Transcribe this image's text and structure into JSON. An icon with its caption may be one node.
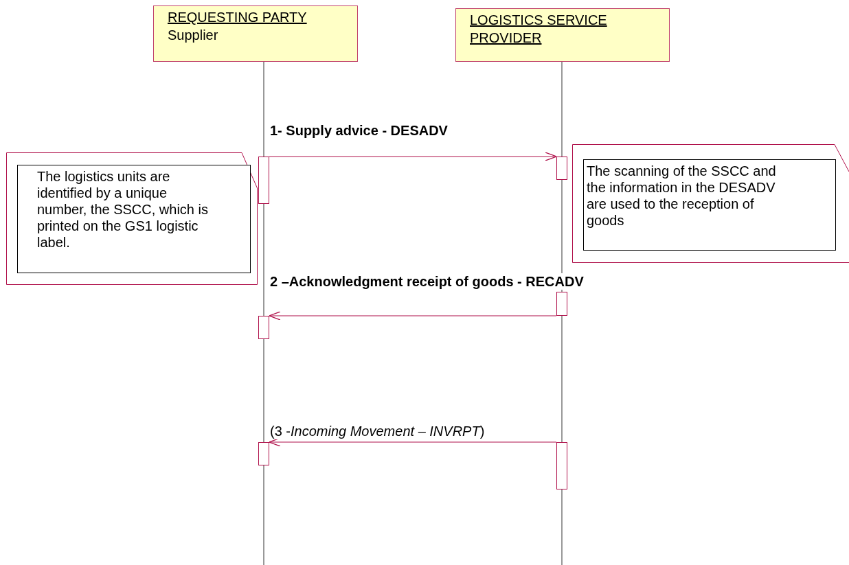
{
  "diagram": {
    "nodes": [
      {
        "text": [
          "REQUESTING PARTY",
          "Supplier"
        ]
      },
      {
        "text": [
          "LOGISTICS SERVICE PROVIDER"
        ]
      },
      {
        "text": [],
        "shape": "bar"
      },
      {
        "text": [],
        "shape": "bar"
      },
      {
        "text": [],
        "shape": "bar"
      },
      {
        "text": [],
        "shape": "bar"
      },
      {
        "text": [],
        "shape": "bar"
      },
      {
        "text": [],
        "shape": "bar"
      },
      {
        "text": [],
        "shape": "box"
      },
      {
        "text": [
          "The logistics units are identified by a unique number, the SSCC, which is printed on the GS1 logistic label."
        ],
        "in": 8
      },
      {
        "text": [],
        "shape": "box"
      },
      {
        "text": [
          "The scanning of the SSCC and the information in the DESADV are used to the reception of goods"
        ],
        "in": 10
      }
    ],
    "edges": [
      {
        "from": 2,
        "to": 3,
        "arrow": "to",
        "label": "**1- Supply advice - DESADV**",
        "color": "#b0104a"
      },
      {
        "from": 4,
        "to": 5,
        "arrow": "to",
        "label": "**2 –Acknowledgment receipt of goods - RECADV**",
        "color": "#b0104a"
      },
      {
        "from": 7,
        "to": 6,
        "arrow": "to",
        "label": "(3 -*Incoming Movement  – INVRPT*)",
        "color": "#b0104a"
      }
    ]
  }
}
